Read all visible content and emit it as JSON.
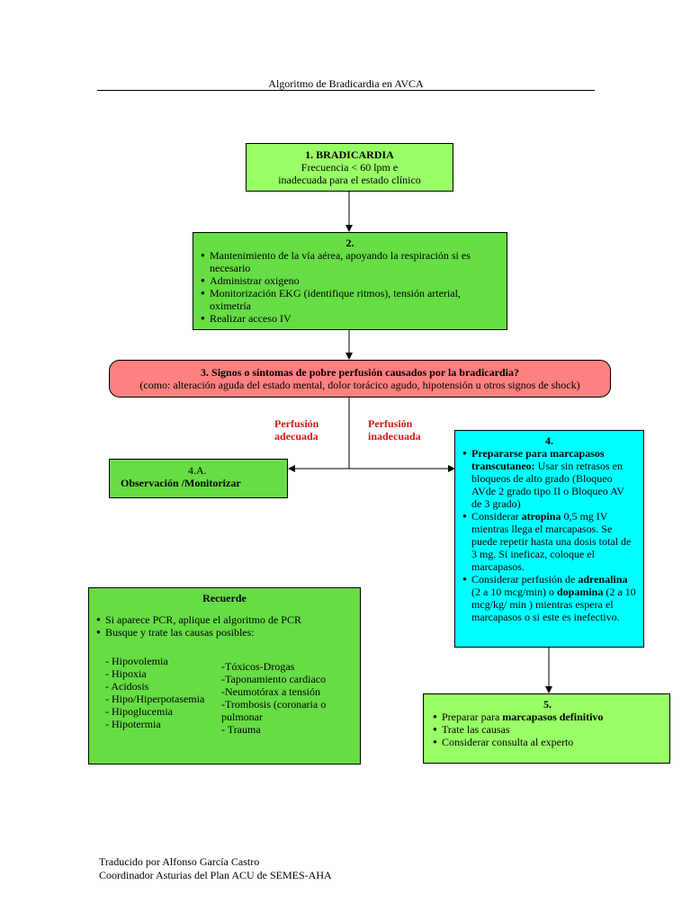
{
  "header": {
    "title": "Algoritmo de Bradicardia en AVCA"
  },
  "box1": {
    "title": "1.    BRADICARDIA",
    "line1": "Frecuencia < 60 lpm  e",
    "line2": "inadecuada para el estado clínico"
  },
  "box2": {
    "number": "2.",
    "items": [
      "Mantenimiento de la vía aérea, apoyando la respiración si es necesario",
      "Administrar oxigeno",
      "Monitorización EKG (identifique ritmos), tensión arterial, oximetría",
      "Realizar acceso IV"
    ]
  },
  "box3": {
    "title": "3.    Signos o síntomas de pobre perfusión causados por la bradicardia?",
    "subtitle": "(como: alteración aguda del estado mental, dolor torácico agudo, hipotensión u otros signos de shock)"
  },
  "branches": {
    "left_line1": "Perfusión",
    "left_line2": "adecuada",
    "right_line1": "Perfusión",
    "right_line2": "inadecuada"
  },
  "box4a": {
    "number": "4.A.",
    "label": "Observación /Monitorizar"
  },
  "box4": {
    "number": "4.",
    "item1_bold": "Prepararse para marcapasos transcutaneo:",
    "item1_rest": " Usar sin retrasos en bloqueos de alto grado (Bloqueo AVde 2 grado tipo II o Bloqueo AV de 3 grado)",
    "item2_pre": "Considerar ",
    "item2_bold": "atropina",
    "item2_rest": " 0,5 mg IV mientras llega el marcapasos.  Se puede repetir hasta una dosis total de 3 mg. Si ineficaz, coloque el marcapasos.",
    "item3_pre": "Considerar perfusión de ",
    "item3_bold1": "adrenalina",
    "item3_mid": "  (2 a 10 mcg/min) o ",
    "item3_bold2": "dopamina",
    "item3_rest": " (2 a 10 mcg/kg/ min ) mientras espera  el marcapasos o si este es inefectivo."
  },
  "box5": {
    "number": "5.",
    "item1_pre": " Preparar para ",
    "item1_bold": "marcapasos definitivo",
    "item2": "Trate las causas",
    "item3": "Considerar consulta al experto"
  },
  "recuerde": {
    "title": "Recuerde",
    "items": [
      "Si aparece PCR, aplique el algoritmo de PCR",
      "Busque y trate las causas posibles:"
    ],
    "causes_left": [
      "- Hipovolemia",
      "- Hipoxia",
      "- Acidosis",
      "- Hipo/Hiperpotasemia",
      "- Hipoglucemia",
      "- Hipotermia"
    ],
    "causes_right": [
      "-Tóxicos-Drogas",
      "-Taponamiento cardiaco",
      "-Neumotórax a tensión",
      "-Trombosis (coronaria    o",
      "pulmonar",
      "- Trauma"
    ]
  },
  "footer": {
    "line1": "Traducido por Alfonso García Castro",
    "line2": "Coordinador Asturias del Plan ACU de SEMES-AHA"
  }
}
